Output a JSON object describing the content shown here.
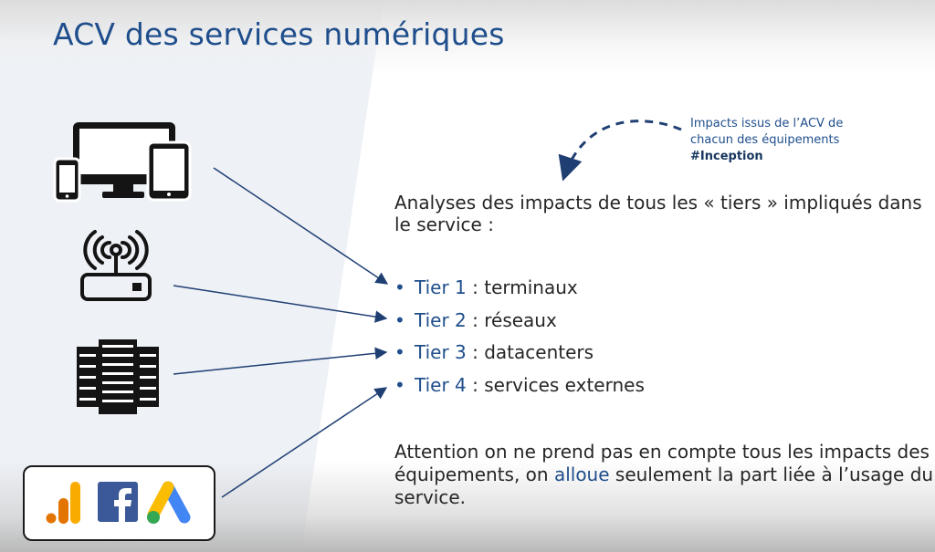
{
  "slide": {
    "title": "ACV des services numériques",
    "note": {
      "line1": "Impacts issus de l’ACV de",
      "line2": "chacun des équipements",
      "tag": "#Inception"
    },
    "analysis_text": "Analyses des impacts de tous les « tiers » impliqués dans le service :",
    "tiers": [
      {
        "label": "Tier 1",
        "desc": " : terminaux"
      },
      {
        "label": "Tier 2",
        "desc": " : réseaux"
      },
      {
        "label": "Tier 3",
        "desc": " : datacenters"
      },
      {
        "label": "Tier 4",
        "desc": " : services externes"
      }
    ],
    "attention": {
      "before": "Attention on ne prend pas en compte tous les impacts des équipements, on ",
      "highlight": "alloue",
      "after": " seulement la part liée à l’usage du service."
    }
  },
  "icons": {
    "devices": "devices-icon",
    "router": "wifi-router-icon",
    "server": "server-rack-icon",
    "analytics": "google-analytics-icon",
    "facebook": "facebook-icon",
    "ads": "google-ads-icon"
  },
  "colors": {
    "accent": "#1f4e8c",
    "text": "#262626",
    "analytics_orange": "#f9ab00",
    "analytics_dark": "#e37400",
    "facebook_blue": "#3b5998",
    "ads_yellow": "#fbbc04",
    "ads_blue": "#4285f4",
    "ads_green": "#34a853"
  }
}
